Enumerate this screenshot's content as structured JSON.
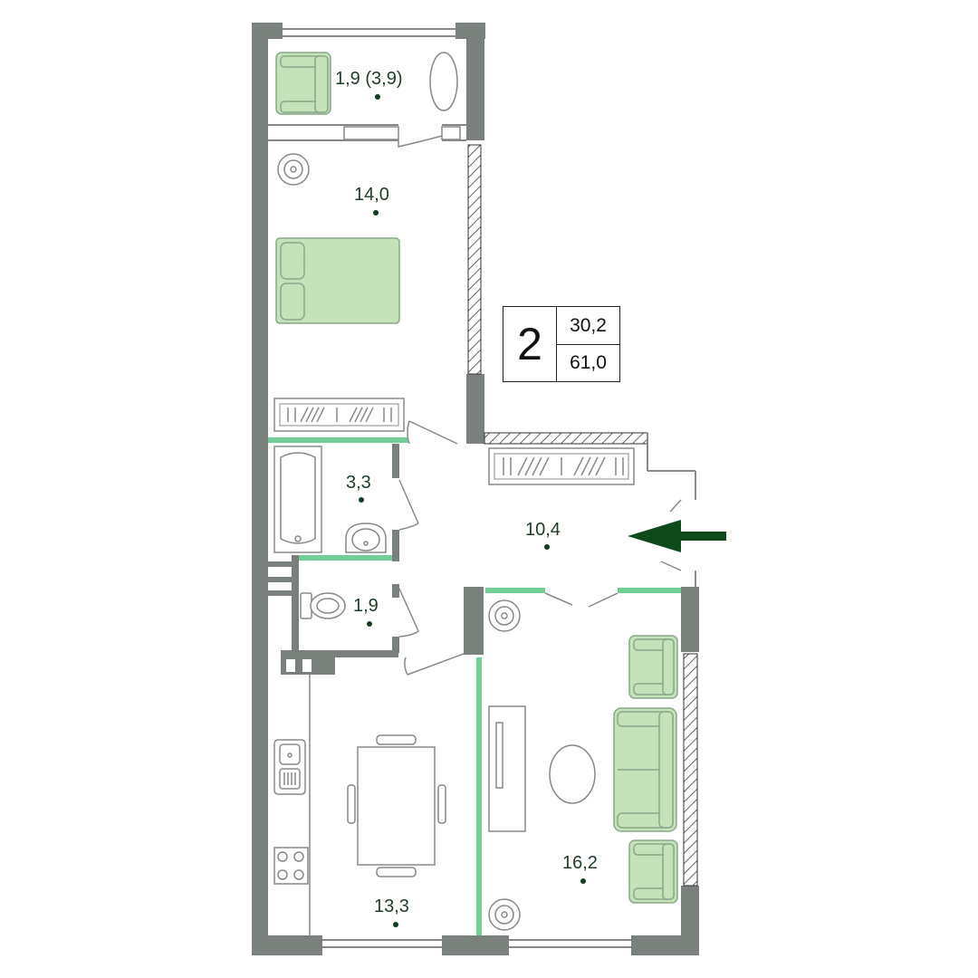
{
  "apartment": {
    "rooms_count": "2",
    "living_area": "30,2",
    "total_area": "61,0"
  },
  "rooms": [
    {
      "key": "balcony",
      "area": "1,9 (3,9)"
    },
    {
      "key": "bedroom",
      "area": "14,0"
    },
    {
      "key": "bathroom",
      "area": "3,3"
    },
    {
      "key": "hallway",
      "area": "10,4"
    },
    {
      "key": "toilet",
      "area": "1,9"
    },
    {
      "key": "kitchen",
      "area": "13,3"
    },
    {
      "key": "living_room",
      "area": "16,2"
    }
  ],
  "colors": {
    "wall": "#7a817c",
    "furniture_fill": "#c4e3b9",
    "furniture_stroke": "#8aa88a",
    "partition": "#6fcf97",
    "text": "#1f3d26",
    "arrow": "#0f4a1c"
  },
  "icons": [
    "entrance-arrow-icon",
    "bed-icon",
    "sofa-icon",
    "armchair-icon",
    "bathtub-icon",
    "toilet-icon",
    "sink-icon",
    "stove-icon",
    "dining-table-icon"
  ]
}
